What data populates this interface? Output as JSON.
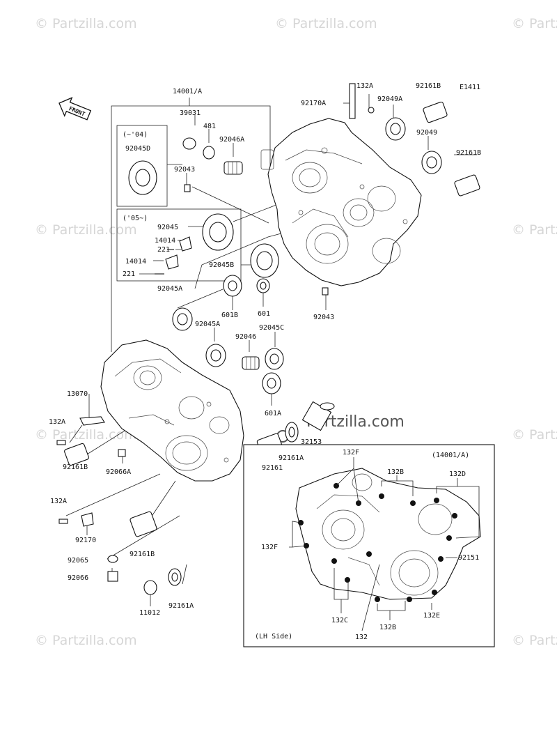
{
  "watermark": "© Partzilla.com",
  "center_watermark": "Partzilla.com",
  "diagram_code": "E1411",
  "front_label": "FRONT",
  "group_2004": "(~'04)",
  "group_2005": "('05~)",
  "detail_box_title": "(14001/A)",
  "detail_box_side": "(LH Side)",
  "labels": {
    "l14001A": "14001/A",
    "l39031": "39031",
    "l481": "481",
    "l92046A": "92046A",
    "l92043a": "92043",
    "l92045D": "92045D",
    "l132A_top": "132A",
    "l92170A": "92170A",
    "l92049A": "92049A",
    "l92161B_top": "92161B",
    "l92049": "92049",
    "l92161B_right": "92161B",
    "l92045": "92045",
    "l14014a": "14014",
    "l221a": "221",
    "l14014b": "14014",
    "l221b": "221",
    "l92045B": "92045B",
    "l92045A_a": "92045A",
    "l601B": "601B",
    "l601": "601",
    "l92043b": "92043",
    "l92045A_b": "92045A",
    "l92046": "92046",
    "l92045C": "92045C",
    "l13070": "13070",
    "l132A_left": "132A",
    "l601A": "601A",
    "l32153": "32153",
    "l92161": "92161",
    "l92161A_a": "92161A",
    "l92161B_left": "92161B",
    "l92066A": "92066A",
    "l132A_bottom": "132A",
    "l92170": "92170",
    "l92065": "92065",
    "l92066": "92066",
    "l92161B_bottom": "92161B",
    "l11012": "11012",
    "l92161A_b": "92161A",
    "l132F_top": "132F",
    "l132B_top": "132B",
    "l132D": "132D",
    "l132F_left": "132F",
    "l92151": "92151",
    "l132C": "132C",
    "l132": "132",
    "l132B_bottom": "132B",
    "l132E": "132E"
  }
}
